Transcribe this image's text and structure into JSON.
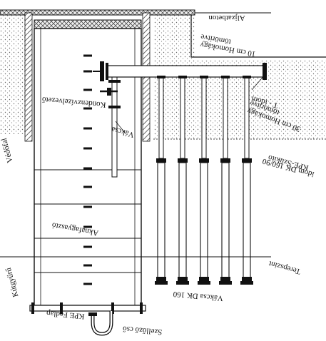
{
  "labels": {
    "aljzatbeton": "Aljzatbeton",
    "homokagy_10": "10 cm Homokágy",
    "tomorites_1": "tömörítve",
    "t_idom": "T - idom",
    "kondenzviz": "Kondenzvízelvezető",
    "homokagy_30": "30 cm Homokágy",
    "tomorites_2": "tömörítve",
    "vakcsa": "Vákcsa",
    "vedofal": "Védőfal",
    "kpe_szukito": "KPE-Szűkítő",
    "idom_dk": "idom DK 160/90",
    "aknafagyaszto": "Aknafagyasztó",
    "terepszint": "Terepszint",
    "kutgyuru": "Kútgyűrű",
    "vakcsa_dk": "Vákcsa DK 160",
    "kpe_fedlap": "KPE Fedlap",
    "szellozo": "Szellőző cső"
  },
  "colors": {
    "ink": "#111111",
    "hatch": "#555555",
    "sand": "#bdbdbd",
    "paper": "#ffffff"
  }
}
